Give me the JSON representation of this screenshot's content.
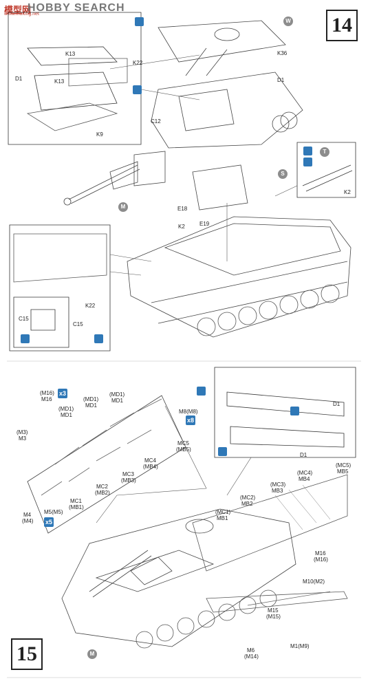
{
  "watermark": {
    "logo": "模型网",
    "site": "www.moxing.net",
    "text": "HOBBY SEARCH"
  },
  "steps": [
    {
      "number": "14"
    },
    {
      "number": "15"
    }
  ],
  "step14": {
    "parts": {
      "k13_a": "K13",
      "k13_b": "K13",
      "d1_left": "D1",
      "k22_top": "K22",
      "k9": "K9",
      "c12": "C12",
      "k36": "K36",
      "d1_top": "D1",
      "e18": "E18",
      "e19": "E19",
      "k2_right": "K2",
      "k2_mid": "K2",
      "c15_box": "C15",
      "c15_mid": "C15",
      "k22_low": "K22"
    },
    "markers": {
      "w": "W",
      "s": "S",
      "m": "M",
      "t": "T"
    }
  },
  "step15": {
    "parts": {
      "m16p": "(M16)",
      "m16": "M16",
      "md1p_a": "(MD1)",
      "md1_a": "MD1",
      "md1p_b": "(MD1)",
      "md1_b": "MD1",
      "md1p_c": "(MD1)",
      "md1_c": "MD1",
      "m3p": "(M3)",
      "m3": "M3",
      "m8": "M8(M8)",
      "mc5": "MC5",
      "mb5p": "(MB5)",
      "mc4": "MC4",
      "mb4p": "(MB4)",
      "mc3": "MC3",
      "mb3p": "(MB3)",
      "mc2": "MC2",
      "mb2p": "(MB2)",
      "mc1": "MC1",
      "mb1p": "(MB1)",
      "m4": "M4",
      "m4p": "(M4)",
      "m5": "M5(M5)",
      "d1_a": "D1",
      "d1_b": "D1",
      "r_mc5p": "(MC5)",
      "r_mb5": "MB5",
      "r_mc4p": "(MC4)",
      "r_mb4": "MB4",
      "r_mc3p": "(MC3)",
      "r_mb3": "MB3",
      "r_mc2p": "(MC2)",
      "r_mb2": "MB2",
      "r_mc1p": "(MC1)",
      "r_mb1": "MB1",
      "r_m16": "M16",
      "r_m16p": "(M16)",
      "m10": "M10(M2)",
      "m15": "M15",
      "m15p": "(M15)",
      "m6": "M6",
      "m14p": "(M14)",
      "m1": "M1(M9)"
    },
    "multipliers": {
      "x3": "x3",
      "x8": "x8",
      "x5": "x5"
    },
    "markers": {
      "m": "M"
    }
  },
  "colors": {
    "accent_blue": "#2f78b7",
    "marker_gray": "#8c8c8c",
    "watermark_red": "#c0392b"
  }
}
